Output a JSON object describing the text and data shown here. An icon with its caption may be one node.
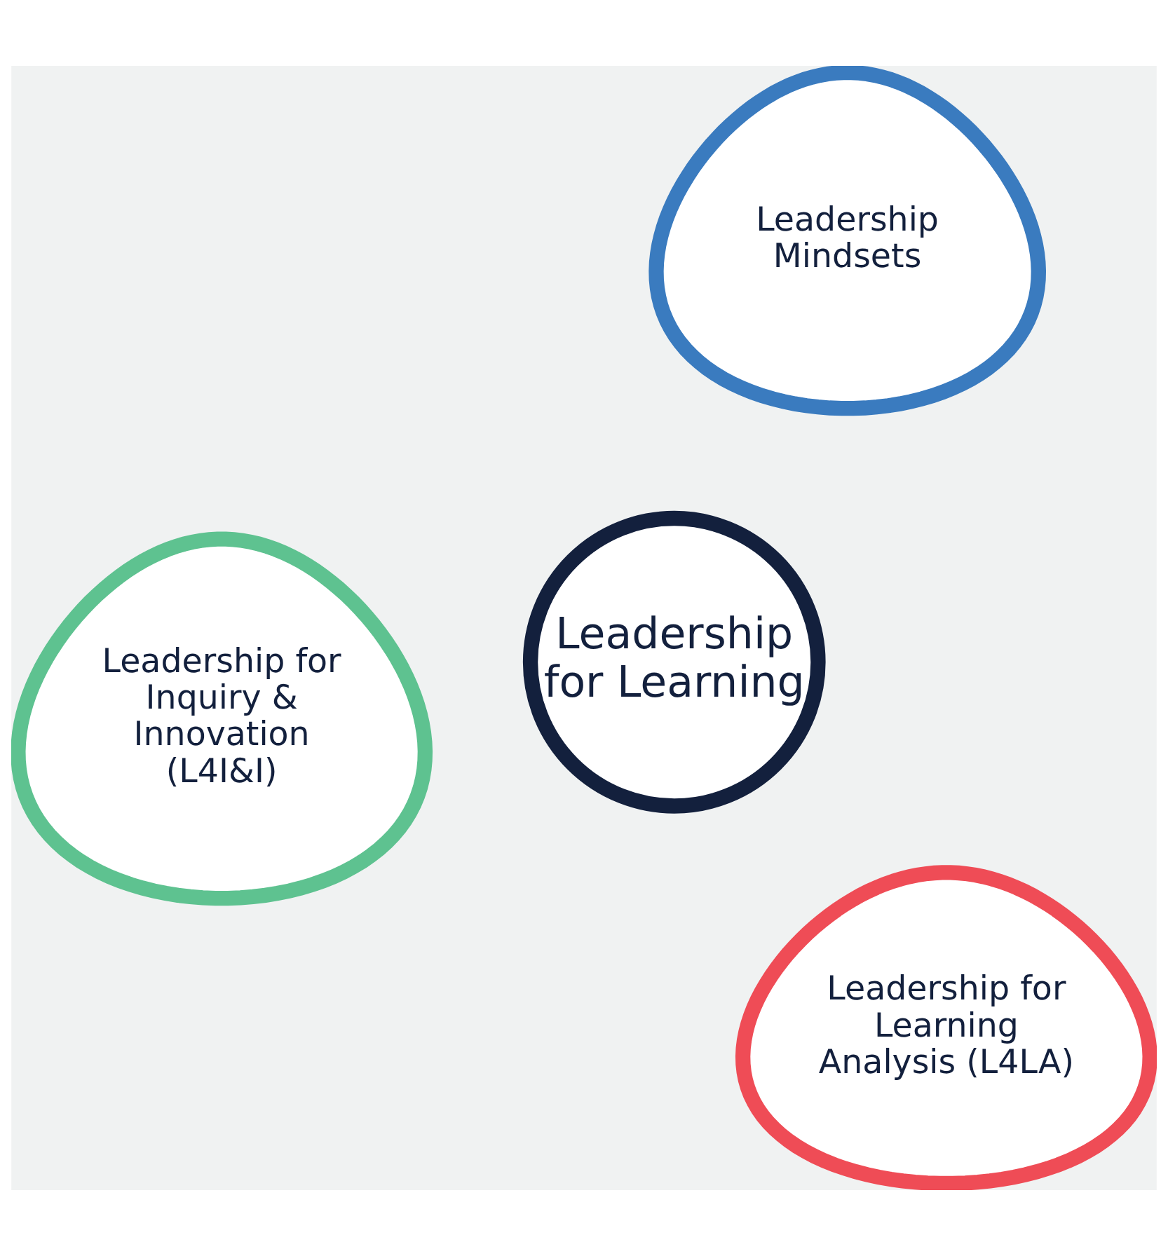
{
  "diagram": {
    "nodes": [
      {
        "text": [
          "Leadership for Inquiry & Innovation (L4I&I)"
        ]
      },
      {
        "text": [
          "Leadership for Learning"
        ]
      },
      {
        "text": [
          "Leadership for Learning Analysis (L4LA)"
        ]
      },
      {
        "text": [
          "Leadership Mindsets"
        ]
      }
    ]
  }
}
